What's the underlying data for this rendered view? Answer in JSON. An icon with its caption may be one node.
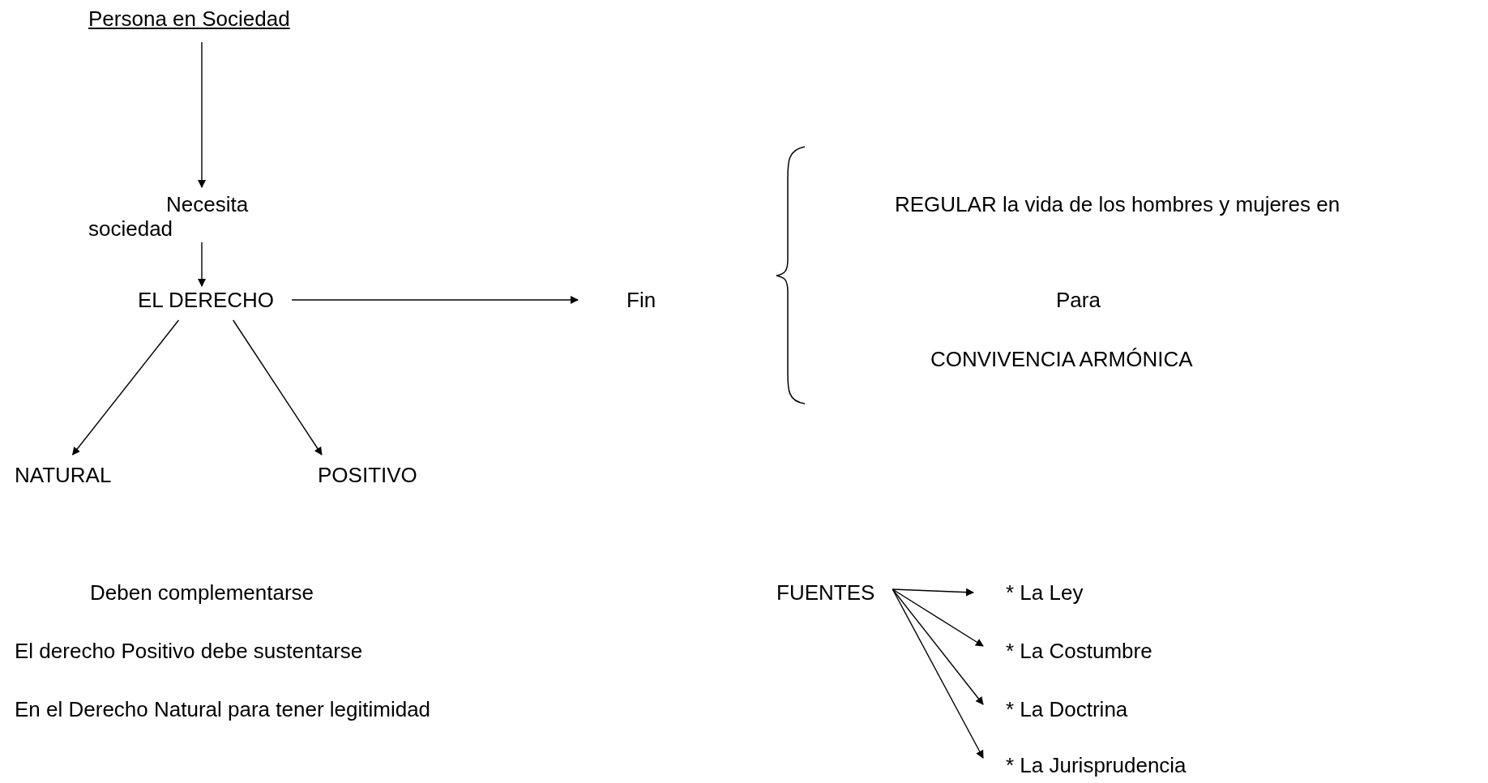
{
  "diagram": {
    "nodes": [
      {
        "text": [
          "Persona en Sociedad"
        ]
      },
      {
        "text": [
          "Necesita sociedad"
        ]
      },
      {
        "text": [
          "EL DERECHO"
        ]
      },
      {
        "text": [
          "Fin"
        ]
      },
      {
        "text": [
          "NATURAL"
        ]
      },
      {
        "text": [
          "POSITIVO"
        ]
      },
      {
        "text": [
          "FUENTES"
        ]
      },
      {
        "text": [
          "* La Ley"
        ]
      },
      {
        "text": [
          "* La Costumbre"
        ]
      },
      {
        "text": [
          "* La Doctrina"
        ]
      },
      {
        "text": [
          "*  La Jurisprudencia"
        ]
      }
    ],
    "edges": [
      {
        "from": 0,
        "to": 1,
        "arrow": "to"
      },
      {
        "from": 1,
        "to": 2,
        "arrow": "to"
      },
      {
        "from": 2,
        "to": 3,
        "arrow": "to"
      },
      {
        "from": 2,
        "to": 4,
        "arrow": "to"
      },
      {
        "from": 2,
        "to": 5,
        "arrow": "to"
      },
      {
        "from": 6,
        "to": 7,
        "arrow": "to"
      },
      {
        "from": 6,
        "to": 8,
        "arrow": "to"
      },
      {
        "from": 6,
        "to": 9,
        "arrow": "to"
      },
      {
        "from": 6,
        "to": 10,
        "arrow": "to"
      }
    ],
    "labels": [
      "REGULAR la vida de los hombres y mujeres en",
      "Para",
      "CONVIVENCIA ARMÓNICA",
      "Deben complementarse",
      "El derecho Positivo debe sustentarse",
      "En el Derecho Natural para tener legitimidad"
    ]
  }
}
